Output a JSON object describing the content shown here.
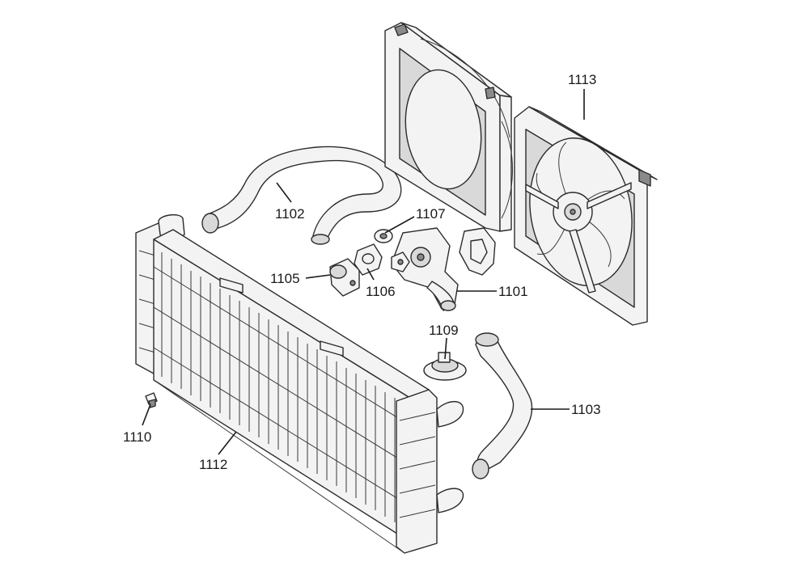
{
  "labels": {
    "p1101": "1101",
    "p1102": "1102",
    "p1103": "1103",
    "p1105": "1105",
    "p1106": "1106",
    "p1107": "1107",
    "p1109": "1109",
    "p1110": "1110",
    "p1112": "1112",
    "p1113": "1113"
  }
}
